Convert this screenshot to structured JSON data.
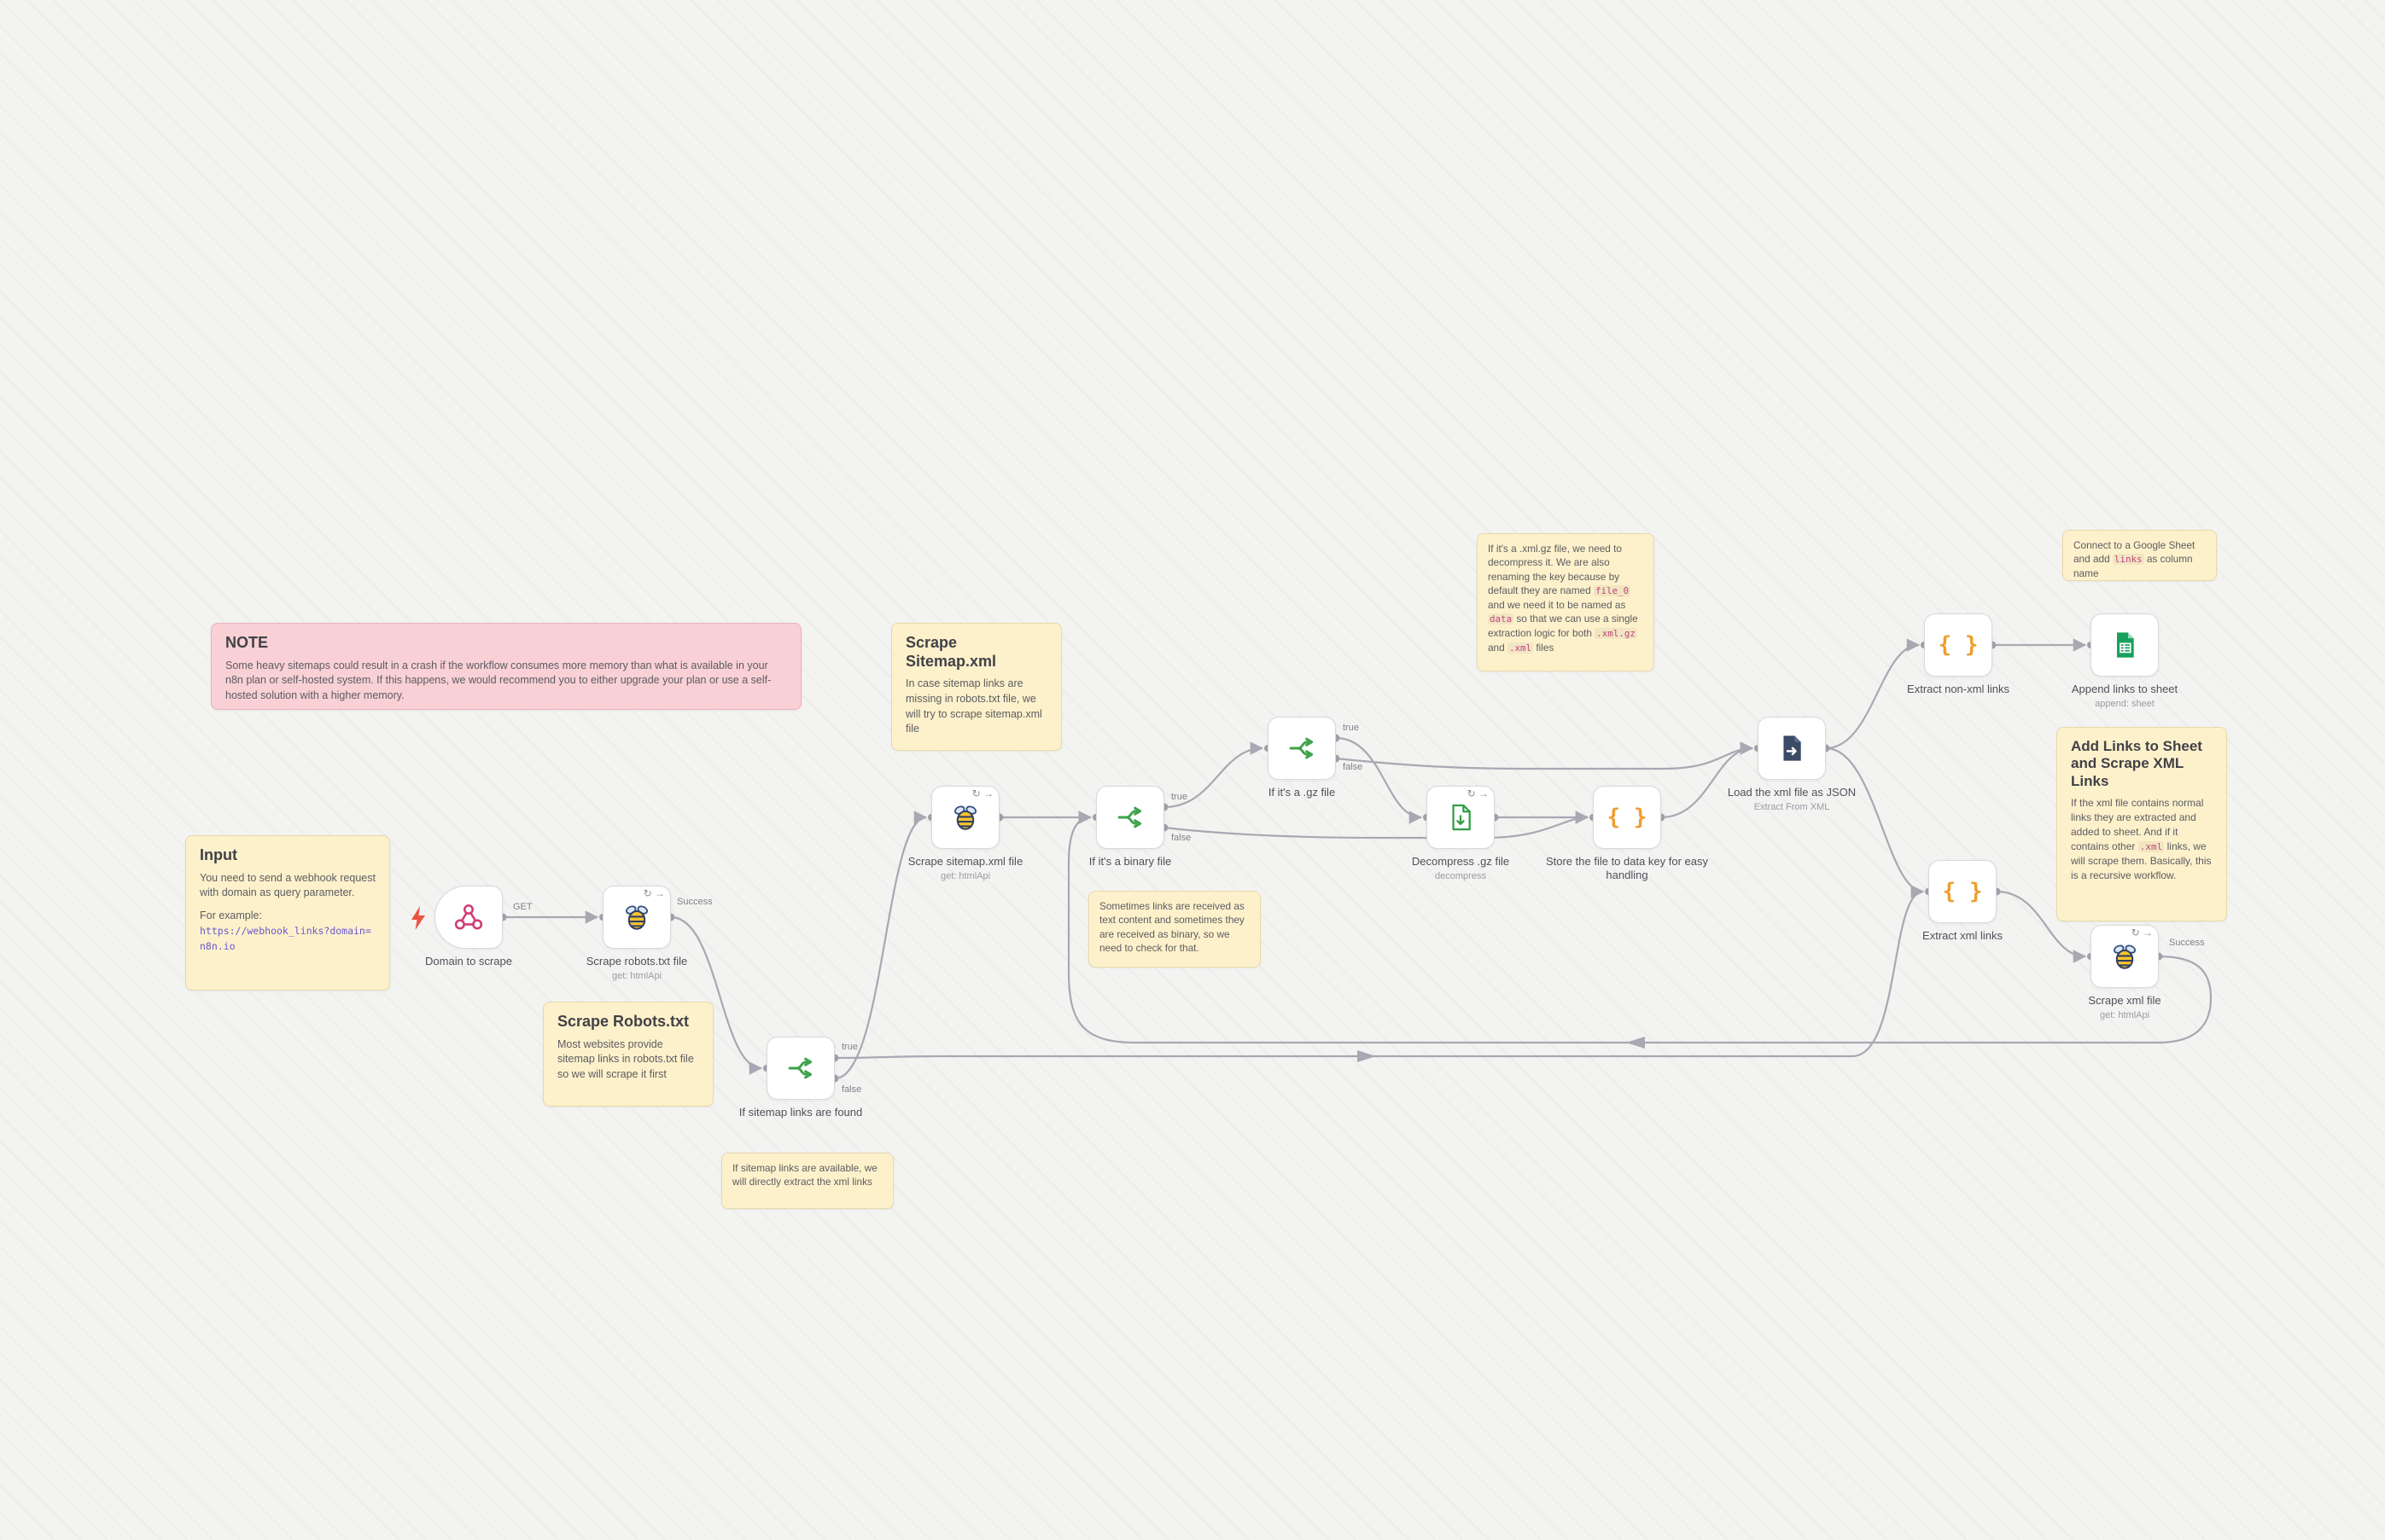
{
  "colors": {
    "sticky_yellow": "#fdf1cb",
    "sticky_pink": "#f8d0d5",
    "edge_gray": "#a7a8b2",
    "if_green": "#3fa24a",
    "code_orange": "#ef9d2e",
    "sheets_green": "#17a05c",
    "webhook_pink": "#cf3e76",
    "bee_yellow": "#f9c52f",
    "extract_navy": "#3b4a66",
    "bolt_red": "#ea5441"
  },
  "icons": {
    "code_braces": "{ }",
    "retry_badge": "↻ →"
  },
  "edge_labels": {
    "get": "GET",
    "success": "Success",
    "truthy": "true",
    "falsy": "false"
  },
  "stickies": {
    "note": {
      "title": "NOTE",
      "body": "Some heavy sitemaps could result in a crash if the workflow consumes more memory than what is available in your n8n plan or self-hosted system. If this happens, we would recommend you to either upgrade your plan or use a self-hosted solution with a higher memory."
    },
    "input": {
      "title": "Input",
      "body": "You need to send a webhook request with domain as query parameter.",
      "example_label": "For example:",
      "example_code": "https://webhook_links?domain=n8n.io"
    },
    "scrape_sitemap": {
      "title": "Scrape Sitemap.xml",
      "body": "In case sitemap links are missing in robots.txt file, we will try to scrape sitemap.xml file"
    },
    "scrape_robots": {
      "title": "Scrape Robots.txt",
      "body": "Most websites provide sitemap links in robots.txt file so we will scrape it first"
    },
    "sitemap_found": {
      "body": "If sitemap links are available, we will directly extract the xml links"
    },
    "binary_check": {
      "body": "Sometimes links are received as text content and sometimes they are received as binary, so we need to check for that."
    },
    "gz_note": {
      "seg0": "If it's a .xml.gz file, we need to decompress it. We are also renaming the key because by default they are named ",
      "code1": "file_0",
      "seg2": " and we need it to be named as ",
      "code3": "data",
      "seg4": " so that we can use a single extraction logic for both ",
      "code5": ".xml.gz",
      "seg6": " and ",
      "code7": ".xml",
      "seg8": " files"
    },
    "sheet_note": {
      "seg0": "Connect to a Google Sheet and add ",
      "code1": "links",
      "seg2": " as column name"
    },
    "add_links": {
      "title": "Add Links to Sheet and Scrape XML Links",
      "seg0": "If the xml file contains normal links they are extracted and added to sheet. And if it contains other ",
      "code1": ".xml",
      "seg2": " links, we will scrape them. Basically, this is a recursive workflow."
    }
  },
  "nodes": {
    "webhook": {
      "label": "Domain to scrape"
    },
    "robots": {
      "label": "Scrape robots.txt file",
      "sub": "get: htmlApi"
    },
    "if_found": {
      "label": "If sitemap links are found"
    },
    "sitemap": {
      "label": "Scrape sitemap.xml file",
      "sub": "get: htmlApi"
    },
    "if_binary": {
      "label": "If it's a binary file"
    },
    "if_gz": {
      "label": "If it's a .gz file"
    },
    "decompress": {
      "label": "Decompress .gz file",
      "sub": "decompress"
    },
    "store": {
      "label": "Store the file to data key for easy handling"
    },
    "load_xml": {
      "label": "Load the xml file as JSON",
      "sub": "Extract From XML"
    },
    "extract_nonxml": {
      "label": "Extract non-xml links"
    },
    "append_sheet": {
      "label": "Append links to sheet",
      "sub": "append: sheet"
    },
    "extract_xml": {
      "label": "Extract xml links"
    },
    "scrape_xml": {
      "label": "Scrape xml file",
      "sub": "get: htmlApi"
    }
  }
}
